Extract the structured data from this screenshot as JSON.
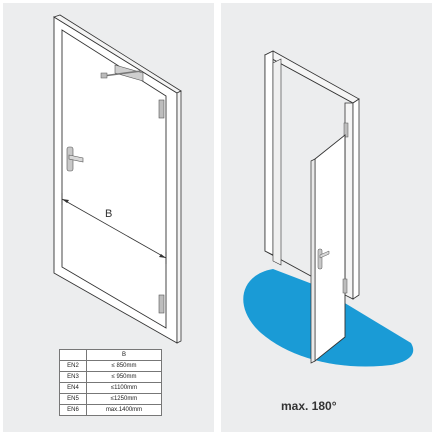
{
  "left": {
    "dimension_label": "B",
    "table": {
      "header": "B",
      "rows": [
        {
          "class": "EN2",
          "width": "≤  850mm"
        },
        {
          "class": "EN3",
          "width": "≤  950mm"
        },
        {
          "class": "EN4",
          "width": "≤1100mm"
        },
        {
          "class": "EN5",
          "width": "≤1250mm"
        },
        {
          "class": "EN6",
          "width": "max.1400mm"
        }
      ]
    }
  },
  "right": {
    "max_opening_label": "max. 180°",
    "swing_color": "#1a9bd6"
  },
  "colors": {
    "panel_bg": "#ecedee",
    "line": "#333333",
    "door_fill": "#ffffff",
    "hardware": "#aaaaaa"
  }
}
